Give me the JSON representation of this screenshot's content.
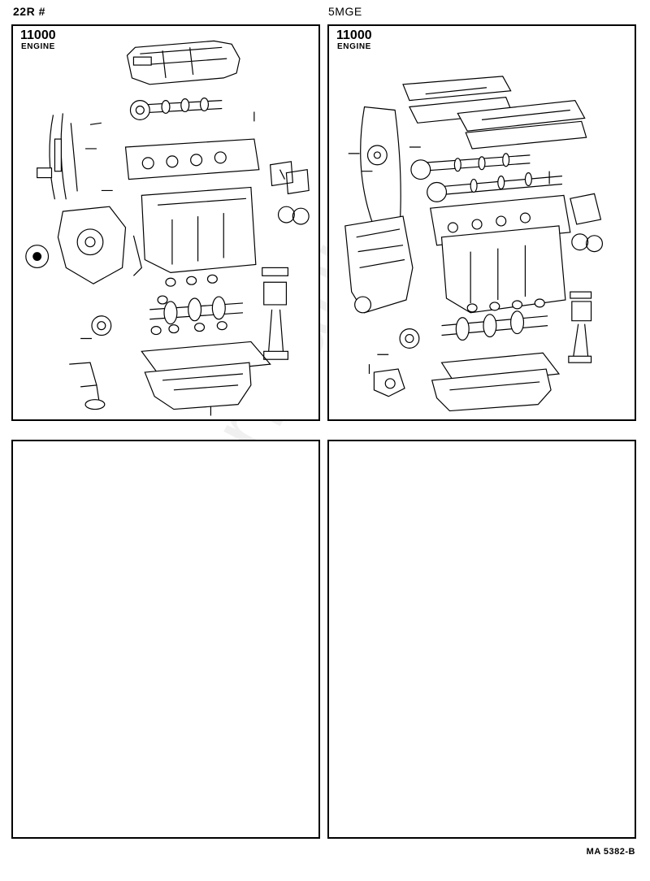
{
  "left": {
    "model": "22R #",
    "part_code": "11000",
    "section": "ENGINE"
  },
  "right": {
    "model": "5MGE",
    "part_code": "11000",
    "section": "ENGINE"
  },
  "watermark": "ToyotaCarManual.ru",
  "footer": "MA  5382-B"
}
